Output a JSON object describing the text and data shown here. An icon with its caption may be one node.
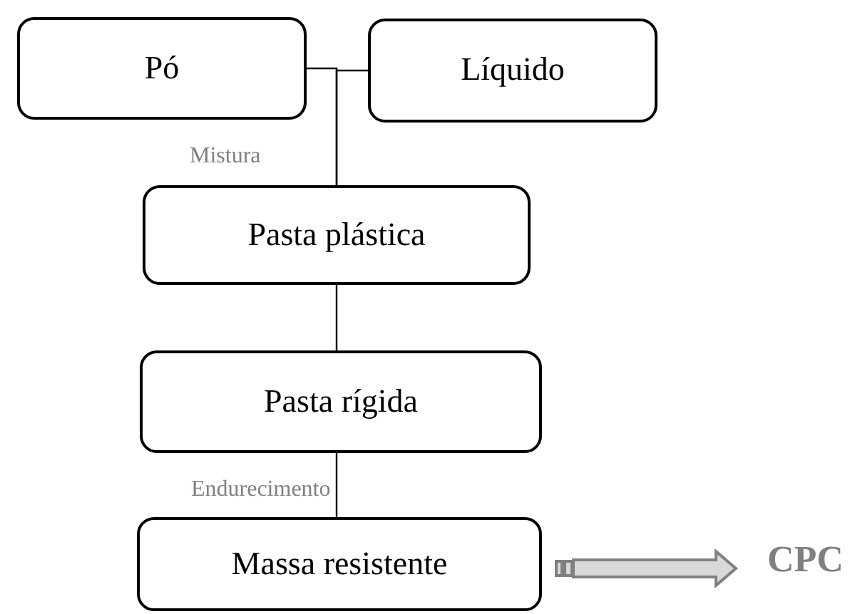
{
  "diagram": {
    "nodes": [
      {
        "text": [
          "Pó"
        ]
      },
      {
        "text": [
          "Líquido"
        ]
      },
      {
        "text": [
          "Pasta plástica"
        ]
      },
      {
        "text": [
          "Pasta rígida"
        ]
      },
      {
        "text": [
          "Massa resistente"
        ]
      },
      {
        "text": [
          "CPC"
        ]
      }
    ],
    "edges": [
      {
        "from": 0,
        "to": 2,
        "arrow": "none",
        "label": "Mistura"
      },
      {
        "from": 1,
        "to": 2,
        "arrow": "none"
      },
      {
        "from": 2,
        "to": 3,
        "arrow": "none"
      },
      {
        "from": 3,
        "to": 4,
        "arrow": "none",
        "label": "Endurecimento"
      },
      {
        "from": 4,
        "to": 5,
        "arrow": "to",
        "style": "thick",
        "color": "#808080"
      }
    ]
  }
}
